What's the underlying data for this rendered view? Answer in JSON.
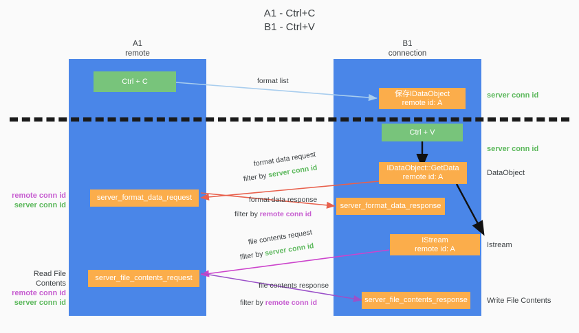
{
  "title": {
    "line1": "A1 - Ctrl+C",
    "line2": "B1 - Ctrl+V"
  },
  "columns": {
    "left": {
      "name": "A1",
      "role": "remote"
    },
    "right": {
      "name": "B1",
      "role": "connection"
    }
  },
  "nodes": {
    "ctrl_c": {
      "label": "Ctrl + C"
    },
    "save_idataobject": {
      "line1": "保存IDataObject",
      "line2": "remote id: A"
    },
    "ctrl_v": {
      "label": "Ctrl + V"
    },
    "getdata": {
      "line1": "IDataObject::GetData",
      "line2": "remote id: A"
    },
    "server_format_data_request": {
      "label": "server_format_data_request"
    },
    "server_format_data_response": {
      "label": "server_format_data_response"
    },
    "istream": {
      "line1": "IStream",
      "line2": "remote id: A"
    },
    "server_file_contents_request": {
      "label": "server_file_contents_request"
    },
    "server_file_contents_response": {
      "label": "server_file_contents_response"
    }
  },
  "right_annotations": {
    "conn_id_1": "server conn id",
    "conn_id_2": "server conn id",
    "dataobject": "DataObject",
    "istream": "Istream",
    "write_file_contents": "Write File Contents"
  },
  "left_annotations": {
    "format_remote": "remote conn id",
    "format_server": "server conn id",
    "read_file_contents": "Read File Contents",
    "file_remote": "remote conn id",
    "file_server": "server conn id"
  },
  "edges": {
    "format_list": "format list",
    "format_data_request": "format data request",
    "format_data_request_filter_prefix": "filter by ",
    "format_data_request_filter_key": "server conn id",
    "format_data_response": "format data response",
    "format_data_response_filter_prefix": "filter by ",
    "format_data_response_filter_key": "remote conn id",
    "file_contents_request": "file contents request",
    "file_contents_request_filter_prefix": "filter by ",
    "file_contents_request_filter_key": "server conn id",
    "file_contents_response": "file contents response",
    "file_contents_response_filter_prefix": "filter by ",
    "file_contents_response_filter_key": "remote conn id"
  },
  "colors": {
    "lane": "#4a86e8",
    "green_node": "#78c47b",
    "orange_node": "#fbad4b",
    "server_conn_id": "#5cb85c",
    "remote_conn_id": "#c65bd0",
    "arrow_light_blue": "#a8cdee",
    "arrow_red": "#e8604c",
    "arrow_magenta": "#cc44cc",
    "arrow_purple": "#9b51c9",
    "arrow_black": "#111111",
    "divider": "#1a1a1a",
    "background": "#fafafa"
  }
}
